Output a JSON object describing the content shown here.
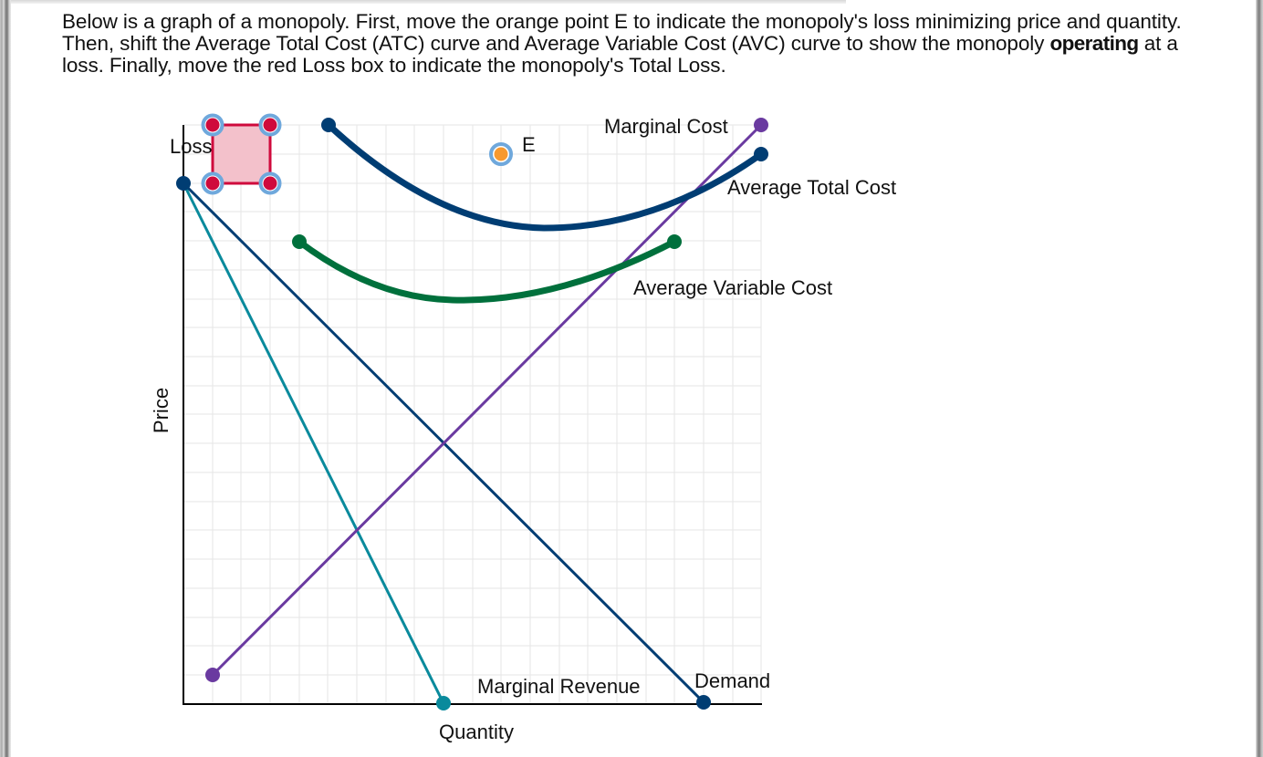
{
  "instructions": {
    "part1": "Below is a graph of a monopoly. First, move the orange point E to indicate the monopoly's loss minimizing price and quantity. Then, shift the Average Total Cost (ATC) curve and Average Variable Cost (AVC) curve to show the monopoly ",
    "bold": "operating",
    "part2": " at a loss. Finally, move the red Loss box to indicate the monopoly's Total Loss."
  },
  "graph": {
    "x_axis_label": "Quantity",
    "y_axis_label": "Price",
    "grid": {
      "cols": 20,
      "rows": 20
    },
    "curves": {
      "marginal_cost": {
        "label": "Marginal Cost",
        "color": "#6a3aa0"
      },
      "average_total_cost": {
        "label": "Average Total Cost",
        "color": "#003d73"
      },
      "average_variable_cost": {
        "label": "Average Variable Cost",
        "color": "#00703c"
      },
      "demand": {
        "label": "Demand",
        "color": "#003d73"
      },
      "marginal_revenue": {
        "label": "Marginal Revenue",
        "color": "#0a8a9c"
      }
    },
    "point_e": {
      "label": "E",
      "color": "#f7992f",
      "ring_color": "#6fa8dc"
    },
    "loss_box": {
      "label": "Loss",
      "fill": "#f3c1cb",
      "stroke": "#cf0a3c"
    }
  },
  "chart_data": {
    "type": "line",
    "title": "",
    "xlabel": "Quantity",
    "ylabel": "Price",
    "xlim": [
      0,
      20
    ],
    "ylim": [
      0,
      20
    ],
    "grid": true,
    "series": [
      {
        "name": "Marginal Cost",
        "points": [
          [
            1,
            1
          ],
          [
            20,
            20
          ]
        ]
      },
      {
        "name": "Average Total Cost",
        "points": [
          [
            5,
            20
          ],
          [
            8,
            17.6
          ],
          [
            12.5,
            16.4
          ],
          [
            16,
            17.2
          ],
          [
            20,
            19
          ]
        ]
      },
      {
        "name": "Average Variable Cost",
        "points": [
          [
            4,
            16
          ],
          [
            6.5,
            14
          ],
          [
            9.3,
            13.5
          ],
          [
            13,
            14.2
          ],
          [
            17,
            16
          ]
        ]
      },
      {
        "name": "Demand",
        "points": [
          [
            0,
            18
          ],
          [
            18,
            0
          ]
        ]
      },
      {
        "name": "Marginal Revenue",
        "points": [
          [
            0,
            18
          ],
          [
            9,
            0
          ]
        ]
      }
    ],
    "annotations": [
      {
        "name": "E",
        "x": 11,
        "y": 19
      },
      {
        "name": "Loss",
        "box": {
          "x0": 1,
          "x1": 3,
          "y0": 18,
          "y1": 20
        }
      }
    ]
  }
}
